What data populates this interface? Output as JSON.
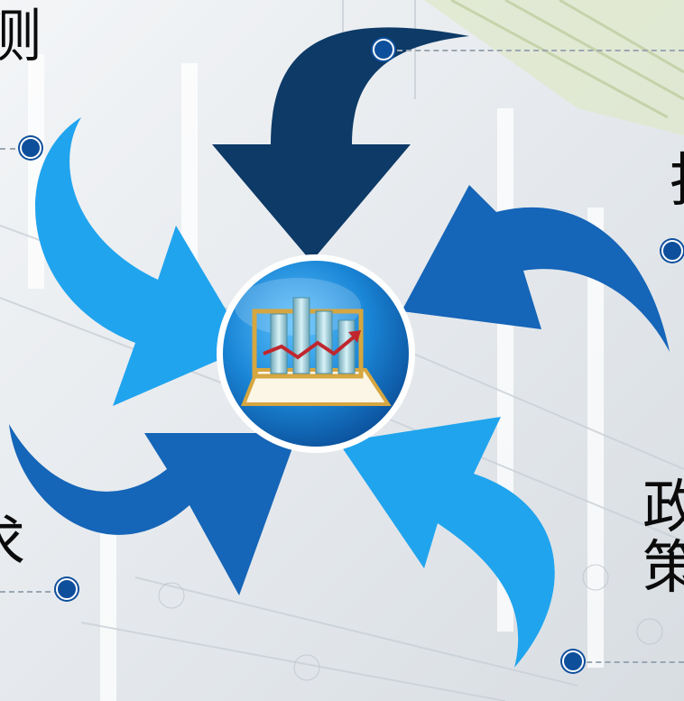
{
  "labels": {
    "top_left": "测",
    "top_right": "抄",
    "bottom_left": "求",
    "bottom_right_line1": "政",
    "bottom_right_line2": "策"
  },
  "colors": {
    "dark_arrow": "#0d3a66",
    "mid_arrow": "#1565b8",
    "light_arrow": "#20a4ee",
    "dot": "#0e4f9c",
    "hub_blue": "#1a86d6"
  },
  "icons": {
    "center": "bar-chart-icon"
  }
}
